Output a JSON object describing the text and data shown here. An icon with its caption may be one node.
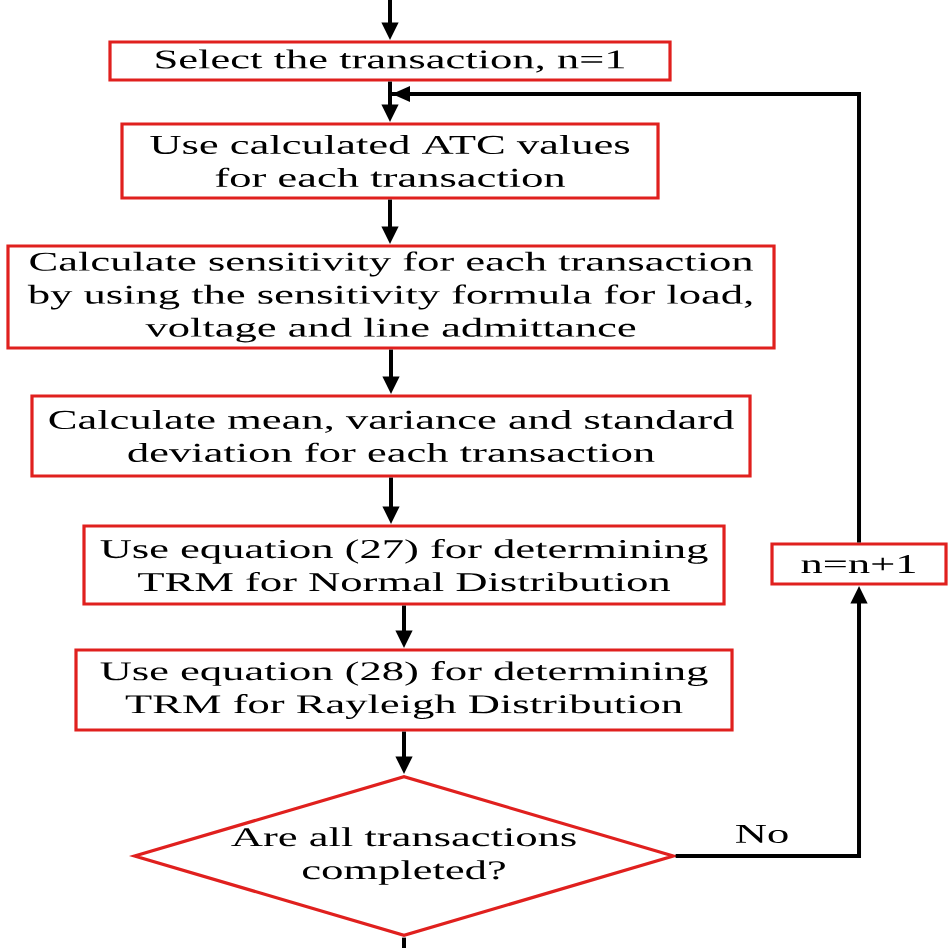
{
  "diagram": {
    "nodes": [
      {
        "text": [
          "Select the transaction, n=1"
        ]
      },
      {
        "text": [
          "Use calculated ATC values for each transaction"
        ]
      },
      {
        "text": [
          "Calculate sensitivity for each transaction by using the sensitivity formula for load, voltage and line admittance"
        ]
      },
      {
        "text": [
          "Calculate mean, variance and standard deviation for each transaction"
        ]
      },
      {
        "text": [
          "Use equation (27) for determining TRM for Normal Distribution"
        ]
      },
      {
        "text": [
          "Use equation (28) for determining TRM for Rayleigh Distribution"
        ]
      },
      {
        "text": [
          "Are all transactions completed?"
        ]
      },
      {
        "text": [
          "n=n+1"
        ]
      }
    ],
    "edges": [
      {
        "from": null,
        "to": 0,
        "arrow": "to"
      },
      {
        "from": 0,
        "to": 1,
        "arrow": "to"
      },
      {
        "from": 1,
        "to": 2,
        "arrow": "to"
      },
      {
        "from": 2,
        "to": 3,
        "arrow": "to"
      },
      {
        "from": 3,
        "to": 4,
        "arrow": "to"
      },
      {
        "from": 4,
        "to": 5,
        "arrow": "to"
      },
      {
        "from": 5,
        "to": 6,
        "arrow": "to"
      },
      {
        "from": 6,
        "to": 7,
        "arrow": "to",
        "label": "No"
      },
      {
        "from": 7,
        "to": 1,
        "arrow": "to"
      },
      {
        "from": 6,
        "to": null,
        "arrow": "none"
      }
    ]
  }
}
